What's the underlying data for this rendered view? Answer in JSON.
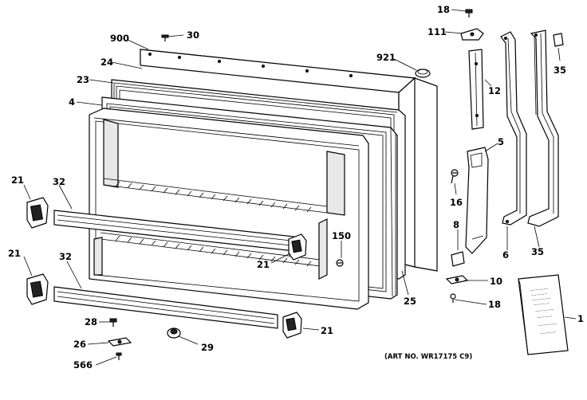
{
  "callouts": [
    {
      "id": "c18a",
      "label": "18"
    },
    {
      "id": "c900",
      "label": "900"
    },
    {
      "id": "c30",
      "label": "30"
    },
    {
      "id": "c111",
      "label": "111"
    },
    {
      "id": "c24",
      "label": "24"
    },
    {
      "id": "c921",
      "label": "921"
    },
    {
      "id": "c35a",
      "label": "35"
    },
    {
      "id": "c23",
      "label": "23"
    },
    {
      "id": "c12",
      "label": "12"
    },
    {
      "id": "c4",
      "label": "4"
    },
    {
      "id": "c5",
      "label": "5"
    },
    {
      "id": "c21a",
      "label": "21"
    },
    {
      "id": "c32a",
      "label": "32"
    },
    {
      "id": "c16",
      "label": "16"
    },
    {
      "id": "c8",
      "label": "8"
    },
    {
      "id": "c150",
      "label": "150"
    },
    {
      "id": "c21b",
      "label": "21"
    },
    {
      "id": "c21c",
      "label": "21"
    },
    {
      "id": "c32b",
      "label": "32"
    },
    {
      "id": "c6",
      "label": "6"
    },
    {
      "id": "c35b",
      "label": "35"
    },
    {
      "id": "c10",
      "label": "10"
    },
    {
      "id": "c25",
      "label": "25"
    },
    {
      "id": "c18b",
      "label": "18"
    },
    {
      "id": "c1",
      "label": "1"
    },
    {
      "id": "c28",
      "label": "28"
    },
    {
      "id": "c21d",
      "label": "21"
    },
    {
      "id": "c26",
      "label": "26"
    },
    {
      "id": "c29",
      "label": "29"
    },
    {
      "id": "c566",
      "label": "566"
    }
  ],
  "art_number": "(ART NO. WR17175 C9)"
}
